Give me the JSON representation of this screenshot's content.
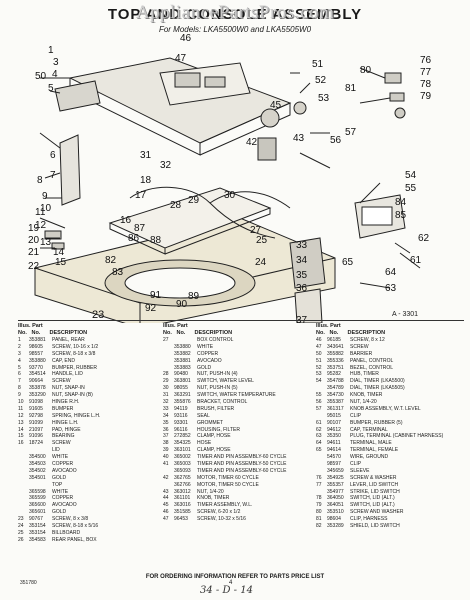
{
  "watermark": "AppliancePartsPros.com",
  "title": "TOP AND CONSOLE ASSEMBLY",
  "subtitle": "For Models: LKA5500W0 and LKA5505W0",
  "diagram_ref": "A - 3301",
  "part_labels": [
    "1",
    "3",
    "4",
    "5",
    "6",
    "7",
    "8",
    "9",
    "10",
    "11",
    "12",
    "13",
    "14",
    "15",
    "16",
    "17",
    "18",
    "19",
    "20",
    "21",
    "22",
    "23",
    "24",
    "25",
    "27",
    "28",
    "29",
    "30",
    "31",
    "32",
    "33",
    "34",
    "35",
    "36",
    "37",
    "42",
    "43",
    "45",
    "46",
    "47",
    "50",
    "51",
    "52",
    "53",
    "54",
    "55",
    "56",
    "57",
    "61",
    "62",
    "63",
    "64",
    "65",
    "76",
    "77",
    "78",
    "79",
    "80",
    "81",
    "82",
    "83",
    "84",
    "85",
    "86",
    "87",
    "88",
    "89",
    "90",
    "91",
    "92"
  ],
  "table": {
    "headers": {
      "illus": "Illus.",
      "part": "Part",
      "no": "No.",
      "number": "No.",
      "description": "DESCRIPTION"
    },
    "col1": [
      [
        "1",
        "353881",
        "PANEL, REAR"
      ],
      [
        "2",
        "98605",
        "SCREW, 10-16 x 1/2"
      ],
      [
        "3",
        "98557",
        "SCREW, 8-18 x 3/8"
      ],
      [
        "4",
        "353880",
        "CAP, END"
      ],
      [
        "5",
        "93770",
        "BUMPER, RUBBER"
      ],
      [
        "6",
        "354514",
        "HANDLE, LID"
      ],
      [
        "7",
        "90664",
        "SCREW"
      ],
      [
        "8",
        "353878",
        "NUT, SNAP-IN"
      ],
      [
        "9",
        "353290",
        "NUT, SNAP-IN (B)"
      ],
      [
        "10",
        "91098",
        "HINGE R.H."
      ],
      [
        "11",
        "91605",
        "BUMPER"
      ],
      [
        "12",
        "92798",
        "SPRING, HINGE L.H."
      ],
      [
        "13",
        "91099",
        "HINGE L.H."
      ],
      [
        "14",
        "21097",
        "PAD, HINGE"
      ],
      [
        "15",
        "91096",
        "BEARING"
      ],
      [
        "16",
        "18724",
        "SCREW"
      ],
      [
        "",
        "",
        "LID"
      ],
      [
        "",
        "354500",
        "WHITE"
      ],
      [
        "",
        "354503",
        "COPPER"
      ],
      [
        "",
        "354502",
        "AVOCADO"
      ],
      [
        "",
        "354501",
        "GOLD"
      ],
      [
        "",
        "",
        "TOP"
      ],
      [
        "",
        "365598",
        "WHITE"
      ],
      [
        "",
        "365599",
        "COPPER"
      ],
      [
        "",
        "365600",
        "AVOCADO"
      ],
      [
        "",
        "365601",
        "GOLD"
      ],
      [
        "23",
        "90767",
        "SCREW, 8 x 3/8"
      ],
      [
        "24",
        "353154",
        "SCREW, 8-18 x 5/16"
      ],
      [
        "25",
        "353154",
        "BILLBOARD"
      ],
      [
        "26",
        "354583",
        "REAR PANEL, BOX"
      ]
    ],
    "col2": [
      [
        "27",
        "",
        "BOX CONTROL"
      ],
      [
        "",
        "353880",
        "WHITE"
      ],
      [
        "",
        "353882",
        "COPPER"
      ],
      [
        "",
        "353881",
        "AVOCADO"
      ],
      [
        "",
        "353883",
        "GOLD"
      ],
      [
        "28",
        "90480",
        "NUT, PUSH-IN (4)"
      ],
      [
        "29",
        "363801",
        "SWITCH, WATER LEVEL"
      ],
      [
        "30",
        "98055",
        "NUT, PUSH-IN (5)"
      ],
      [
        "31",
        "363291",
        "SWITCH, WATER TEMPERATURE"
      ],
      [
        "32",
        "355876",
        "BRACKET, CONTROL"
      ],
      [
        "33",
        "94119",
        "BRUSH, FILTER"
      ],
      [
        "34",
        "93116",
        "SEAL"
      ],
      [
        "35",
        "93301",
        "GROMMET"
      ],
      [
        "36",
        "96116",
        "HOUSING, FILTER"
      ],
      [
        "37",
        "272852",
        "CLAMP, HOSE"
      ],
      [
        "38",
        "354325",
        "HOSE"
      ],
      [
        "39",
        "363101",
        "CLAMP, HOSE"
      ],
      [
        "40",
        "365002",
        "TIMER AND PIN ASSEMBLY-60 CYCLE"
      ],
      [
        "41",
        "365003",
        "TIMER AND PIN ASSEMBLY-50 CYCLE"
      ],
      [
        "",
        "365093",
        "TIMER AND PIN ASSEMBLY-60 CYCLE"
      ],
      [
        "42",
        "362765",
        "MOTOR, TIMER 60 CYCLE"
      ],
      [
        "",
        "362766",
        "MOTOR, TIMER 50 CYCLE"
      ],
      [
        "43",
        "363012",
        "NUT, 1/4-20"
      ],
      [
        "44",
        "361101",
        "KNOB, TIMER"
      ],
      [
        "45",
        "363016",
        "TIMER ASSEMBLY, W.L."
      ],
      [
        "46",
        "351585",
        "SCREW, 6-20 x 1/2"
      ],
      [
        "47",
        "96453",
        "SCREW, 10-32 x 5/16"
      ]
    ],
    "col3": [
      [
        "46",
        "96185",
        "SCREW, 8 x 12"
      ],
      [
        "47",
        "343641",
        "SCREW"
      ],
      [
        "50",
        "355882",
        "BARRIER"
      ],
      [
        "51",
        "355336",
        "PANEL, CONTROL"
      ],
      [
        "52",
        "353751",
        "BEZEL, CONTROL"
      ],
      [
        "53",
        "95282",
        "HUB, TIMER"
      ],
      [
        "54",
        "354788",
        "DIAL, TIMER (LKA5500)"
      ],
      [
        "",
        "354789",
        "DIAL, TIMER (LKA5505)"
      ],
      [
        "55",
        "354730",
        "KNOB, TIMER"
      ],
      [
        "56",
        "355387",
        "NUT, 1/4-20"
      ],
      [
        "57",
        "361317",
        "KNOB ASSEMBLY, W.T. LEVEL"
      ],
      [
        "",
        "95015",
        "CLIP"
      ],
      [
        "61",
        "90107",
        "BUMPER, RUBBER (5)"
      ],
      [
        "62",
        "94612",
        "CAP, TERMINAL"
      ],
      [
        "63",
        "35350",
        "PLUG, TERMINAL (CABINET HARNESS)"
      ],
      [
        "64",
        "94611",
        "TERMINAL, MALE"
      ],
      [
        "65",
        "94614",
        "TERMINAL, FEMALE"
      ],
      [
        "",
        "54570",
        "WIRE, GROUND"
      ],
      [
        "",
        "98597",
        "CLIP"
      ],
      [
        "",
        "345659",
        "SLEEVE"
      ],
      [
        "76",
        "354925",
        "SCREW & WASHER"
      ],
      [
        "77",
        "355357",
        "LEVER, LID SWITCH"
      ],
      [
        "",
        "354977",
        "STRIKE, LID SWITCH"
      ],
      [
        "78",
        "364050",
        "SWITCH, LID (ALT.)"
      ],
      [
        "79",
        "364051",
        "SWITCH, LID (ALT.)"
      ],
      [
        "80",
        "353510",
        "SCREW AND WASHER"
      ],
      [
        "81",
        "98604",
        "CLIP, HARNESS"
      ],
      [
        "82",
        "353289",
        "SHIELD, LID SWITCH"
      ]
    ]
  },
  "ordering_note": "FOR ORDERING INFORMATION REFER TO PARTS PRICE LIST",
  "footer_left": "351780",
  "footer_page": "4",
  "handwriting": "34 - D - 14"
}
